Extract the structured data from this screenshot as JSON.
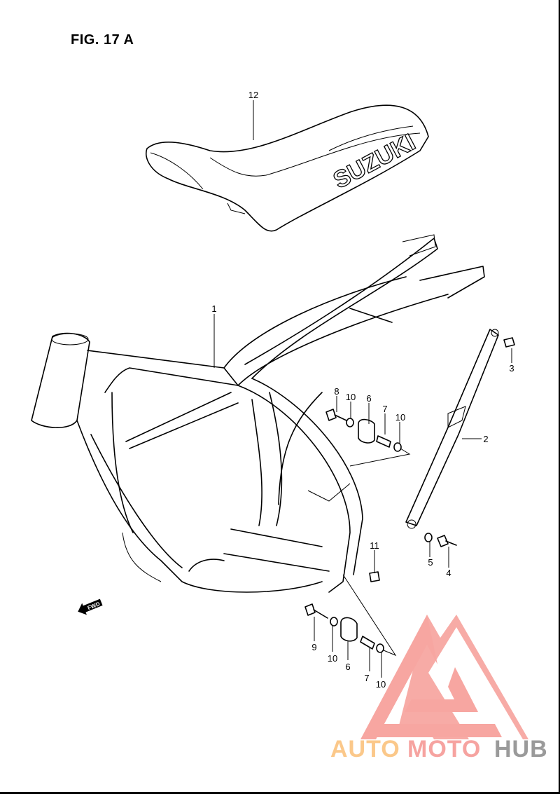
{
  "figure": {
    "title": "FIG. 17 A"
  },
  "seat_logo_text": "SUZUKI",
  "fwd_label": "FWD",
  "callouts": {
    "seat": "12",
    "frame": "1",
    "side_stand_bar": "2",
    "bolt_top": "3",
    "bolt_lower": "4",
    "washer_lower": "5",
    "cushion_upper": "6",
    "collar_upper": "7",
    "bolt_upper": "8",
    "washer_upper_a": "10",
    "washer_upper_b": "10",
    "bolt_bottom": "9",
    "washer_bottom_a": "10",
    "cushion_bottom": "6",
    "collar_bottom": "7",
    "washer_bottom_b": "10",
    "nut": "11"
  },
  "watermark": {
    "part1": "AUTO",
    "part2": "MOTO",
    "part3": "HUB",
    "colors": {
      "auto": "#fbc88a",
      "moto": "#f6a3a0",
      "hub": "#9a9a9a",
      "logo": "#f7a6a1"
    }
  }
}
